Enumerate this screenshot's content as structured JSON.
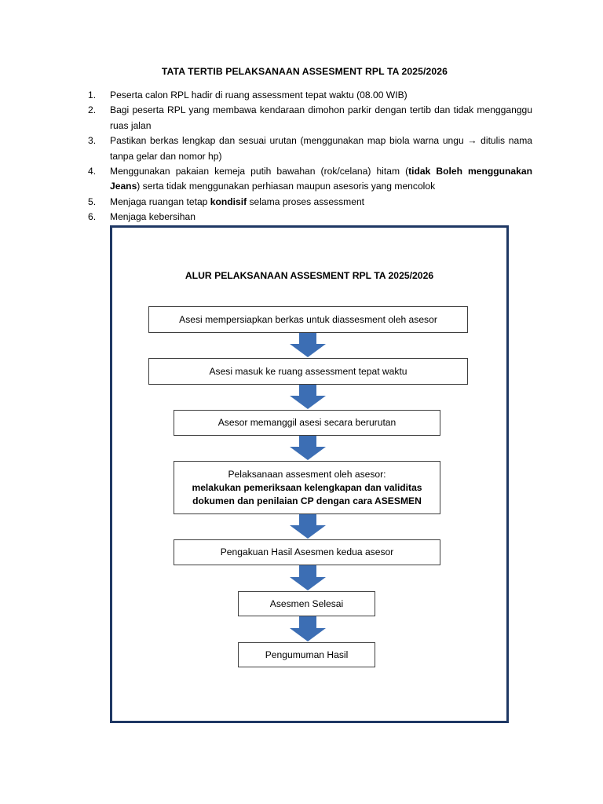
{
  "document": {
    "title": "TATA TERTIB PELAKSANAAN ASSESMENT RPL TA 2025/2026",
    "rules": [
      {
        "number": "1.",
        "text": "Peserta calon RPL hadir di ruang assessment tepat waktu (08.00 WIB)"
      },
      {
        "number": "2.",
        "text": "Bagi peserta RPL yang membawa kendaraan dimohon parkir dengan tertib dan tidak mengganggu ruas jalan"
      },
      {
        "number": "3.",
        "text": "Pastikan berkas lengkap dan sesuai urutan (menggunakan map biola warna ungu → ditulis nama tanpa gelar dan nomor hp)"
      },
      {
        "number": "4.",
        "text_before_bold": "Menggunakan pakaian kemeja putih bawahan (rok/celana) hitam (",
        "bold_text": "tidak Boleh menggunakan Jeans",
        "text_after_bold": ") serta tidak menggunakan perhiasan maupun asesoris yang mencolok"
      },
      {
        "number": "5.",
        "text_before_bold": "Menjaga ruangan tetap ",
        "bold_text": "kondisif",
        "text_after_bold": " selama proses assessment"
      },
      {
        "number": "6.",
        "text": "Menjaga kebersihan"
      }
    ]
  },
  "flowchart": {
    "title": "ALUR PELAKSANAAN ASSESMENT RPL TA 2025/2026",
    "frame_border_color": "#1F3864",
    "arrow_color": "#3C6EB4",
    "box_border_color": "#3F3F3F",
    "steps": [
      {
        "id": "step-1",
        "label": "Asesi mempersiapkan berkas untuk diassesment oleh asesor"
      },
      {
        "id": "step-2",
        "label": "Asesi masuk ke ruang assessment tepat waktu"
      },
      {
        "id": "step-3",
        "label": "Asesor memanggil asesi secara berurutan"
      },
      {
        "id": "step-4",
        "line1": "Pelaksanaan assesment oleh asesor:",
        "line2": "melakukan pemeriksaan kelengkapan dan validitas",
        "line3": "dokumen dan penilaian CP dengan cara ASESMEN"
      },
      {
        "id": "step-5",
        "label": "Pengakuan Hasil Asesmen kedua asesor"
      },
      {
        "id": "step-6",
        "label": "Asesmen Selesai"
      },
      {
        "id": "step-7",
        "label": "Pengumuman Hasil"
      }
    ]
  }
}
